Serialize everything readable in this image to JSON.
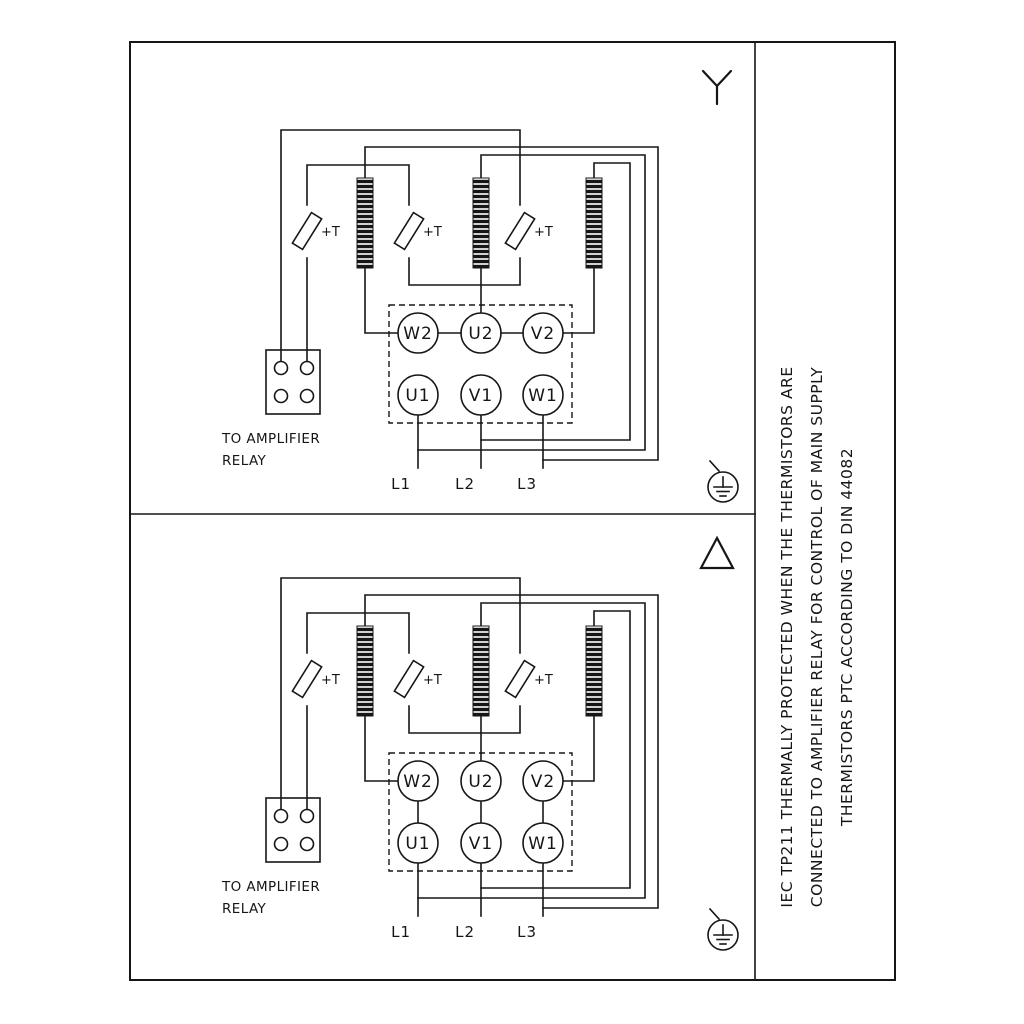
{
  "panels": [
    {
      "name": "star",
      "connection": "star",
      "terminals_top": [
        "W2",
        "U2",
        "V2"
      ],
      "terminals_bottom": [
        "U1",
        "V1",
        "W1"
      ],
      "thermistor_labels": [
        "+T",
        "+T",
        "+T"
      ],
      "relay_note": [
        "TO AMPLIFIER",
        "RELAY"
      ],
      "supply_labels": [
        "L1",
        "L2",
        "L3"
      ]
    },
    {
      "name": "delta",
      "connection": "delta",
      "terminals_top": [
        "W2",
        "U2",
        "V2"
      ],
      "terminals_bottom": [
        "U1",
        "V1",
        "W1"
      ],
      "thermistor_labels": [
        "+T",
        "+T",
        "+T"
      ],
      "relay_note": [
        "TO AMPLIFIER",
        "RELAY"
      ],
      "supply_labels": [
        "L1",
        "L2",
        "L3"
      ]
    }
  ],
  "side_note": [
    "IEC TP211 THERMALLY PROTECTED WHEN THE THERMISTORS ARE",
    "CONNECTED TO AMPLIFIER RELAY FOR CONTROL OF MAIN SUPPLY",
    "THERMISTORS PTC ACCORDING TO DIN 44082"
  ],
  "colors": {
    "line": "#161616",
    "background": "#ffffff"
  }
}
